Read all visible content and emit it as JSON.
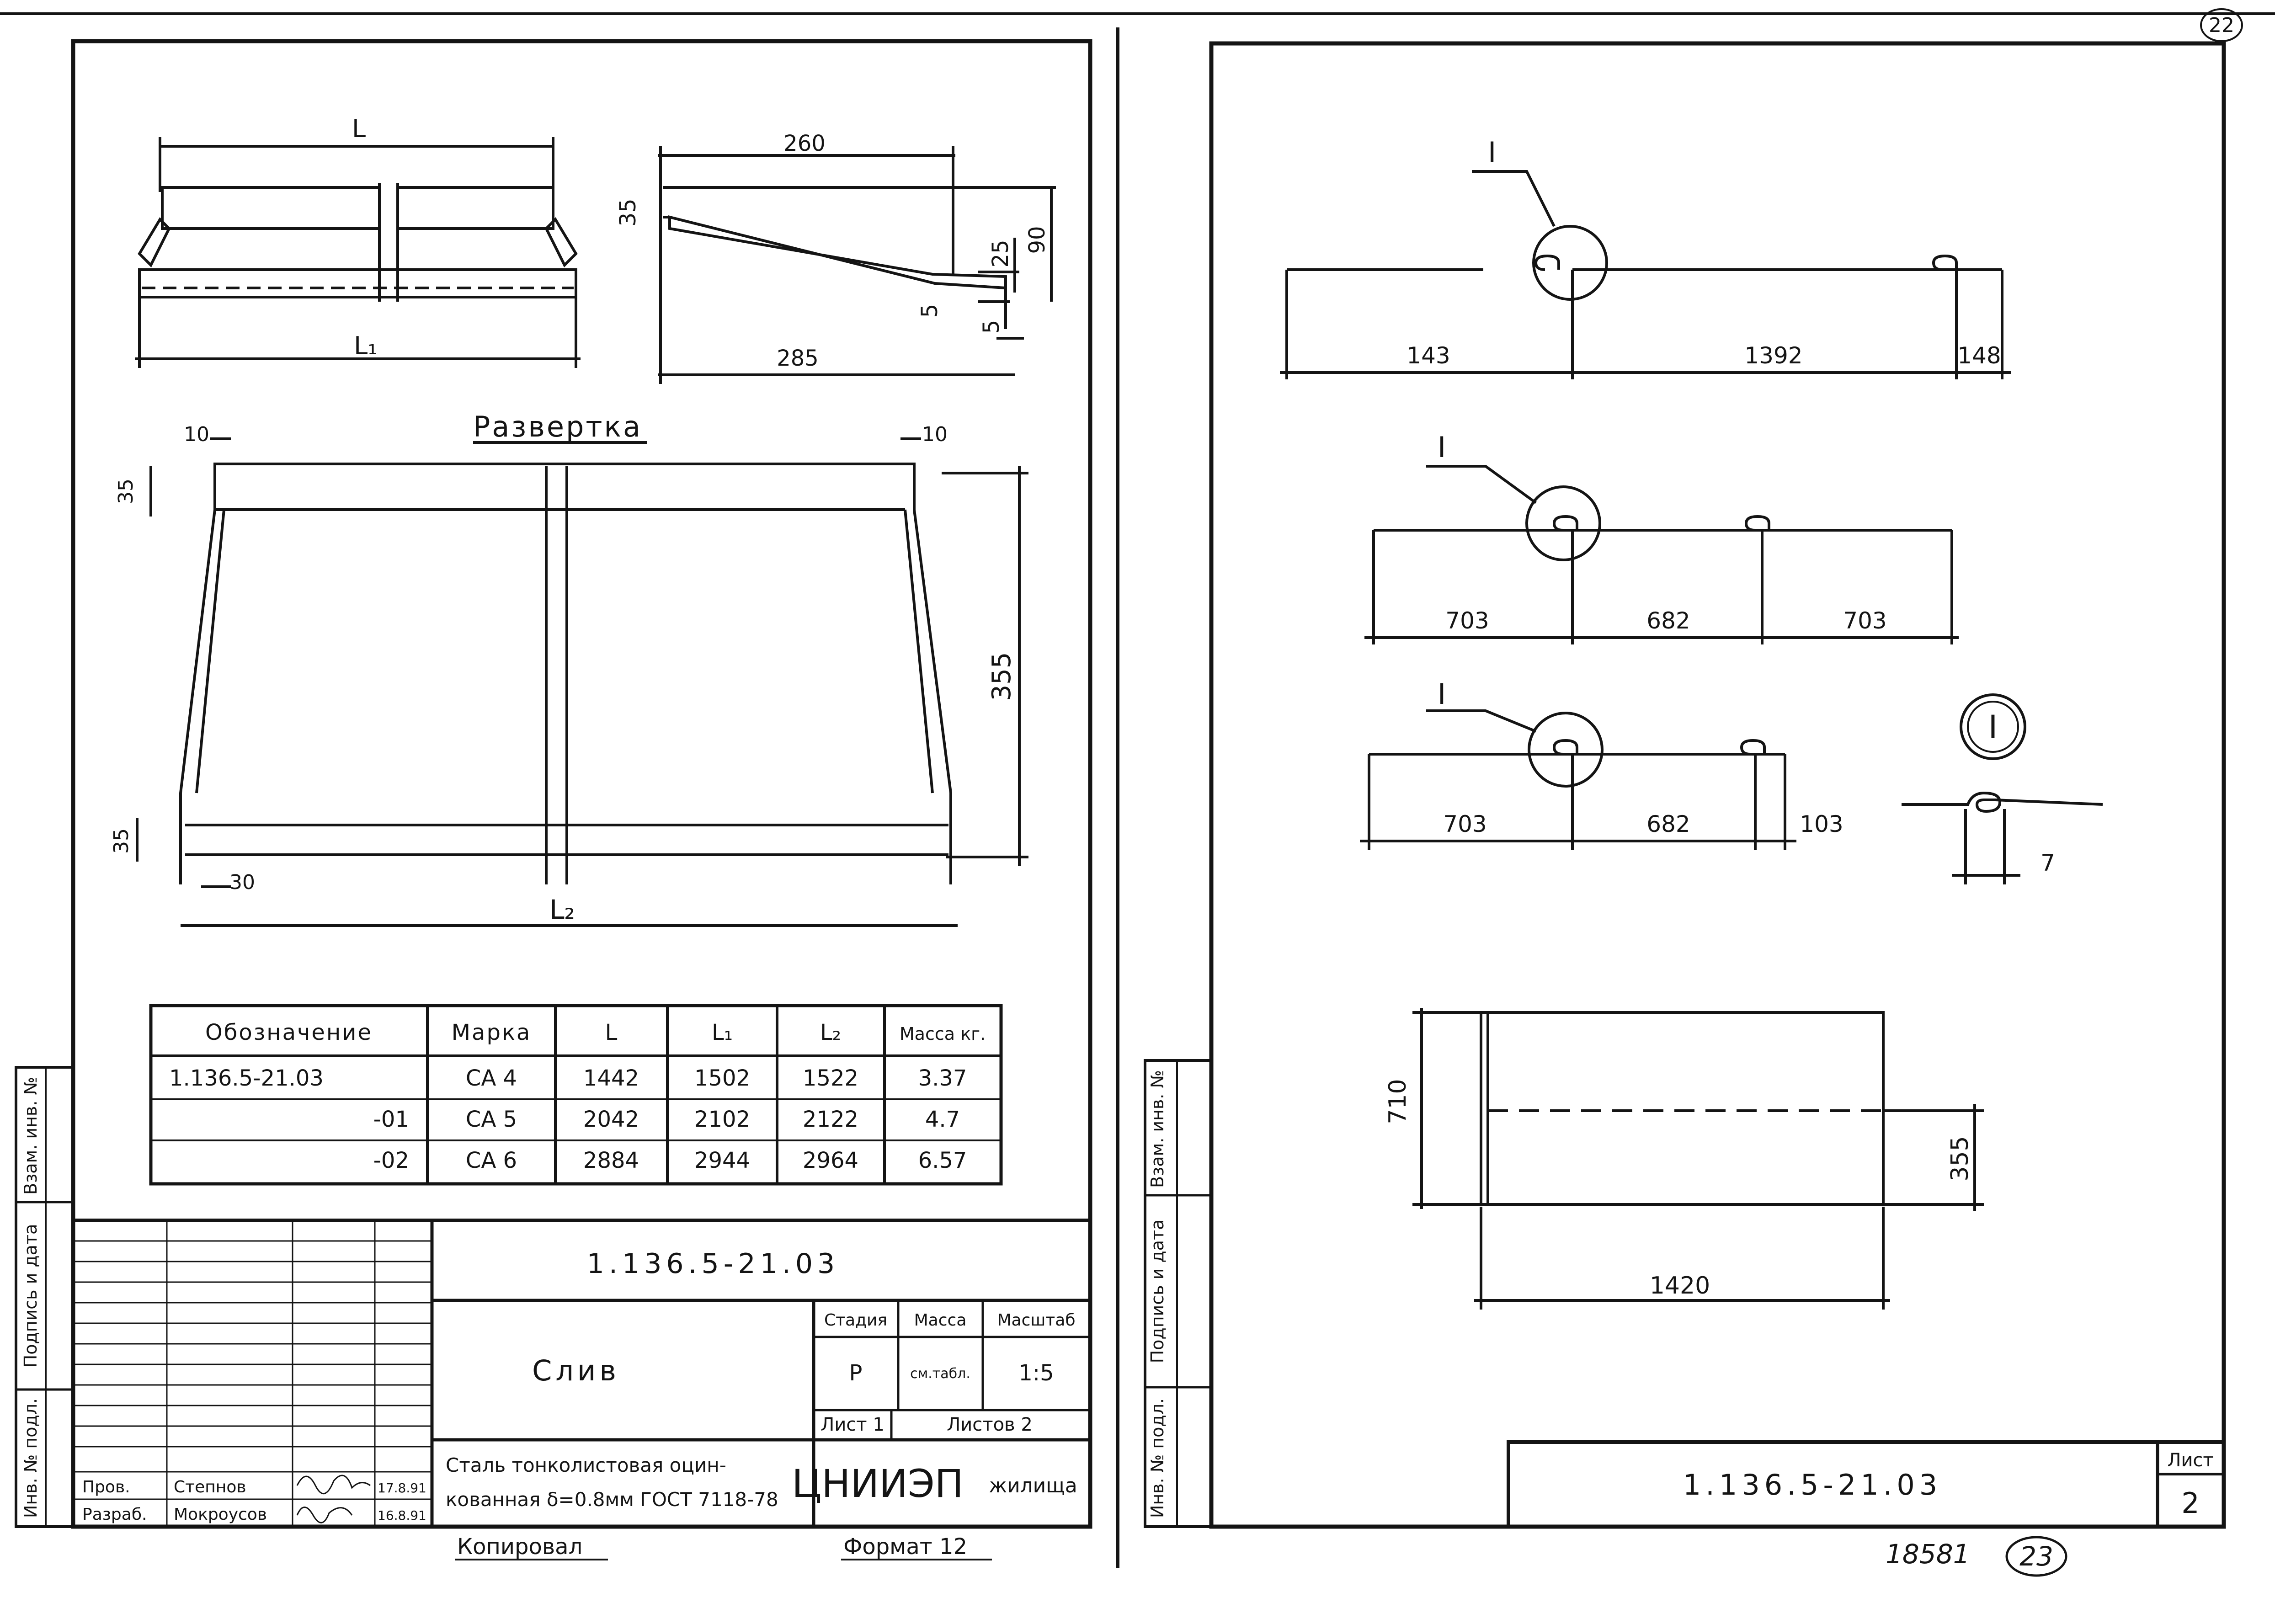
{
  "left_sheet": {
    "side_view_labels": {
      "L": "L",
      "L1": "L₁"
    },
    "profile_dims": {
      "top": "260",
      "bottom": "285",
      "left_35": "35",
      "d25": "25",
      "d90": "90",
      "d5a": "5",
      "d5b": "5"
    },
    "razvertka": {
      "title": "Развертка",
      "dim_left_10": "10",
      "dim_right_10": "10",
      "dim_35_top": "35",
      "dim_355": "355",
      "dim_35_bottom": "35",
      "dim_30": "30",
      "dim_L2": "L₂"
    },
    "spec_table": {
      "headers": [
        "Обозначение",
        "Марка",
        "L",
        "L₁",
        "L₂",
        "Масса кг."
      ],
      "rows": [
        [
          "1.136.5-21.03",
          "СА 4",
          "1442",
          "1502",
          "1522",
          "3.37"
        ],
        [
          "-01",
          "СА 5",
          "2042",
          "2102",
          "2122",
          "4.7"
        ],
        [
          "-02",
          "СА 6",
          "2884",
          "2944",
          "2964",
          "6.57"
        ]
      ]
    },
    "side_margin": {
      "inv_podl": "Инв. № подл.",
      "podpis": "Подпись и дата",
      "vzam": "Взам. инв. №"
    },
    "title_block": {
      "doc_code": "1.136.5-21.03",
      "name": "Слив",
      "material_line1": "Сталь тонколистовая оцин-",
      "material_line2": "кованная δ=0.8мм ГОСТ 7118-78",
      "stage_label": "Стадия",
      "stage": "Р",
      "mass_label": "Масса",
      "mass": "см.табл.",
      "scale_label": "Масштаб",
      "scale": "1:5",
      "sheet_label": "Лист 1",
      "sheets_label": "Листов 2",
      "org": "ЦНИИЭП",
      "org2": "жилища",
      "prov_role": "Пров.",
      "prov_name": "Степнов",
      "prov_date": "17.8.91",
      "razrab_role": "Разраб.",
      "razrab_name": "Мокроусов",
      "razrab_date": "16.8.91",
      "copy_label": "Копировал",
      "format_label": "Формат 12"
    }
  },
  "right_sheet": {
    "callout": "I",
    "row1": {
      "d1": "143",
      "d2": "1392",
      "d3": "148"
    },
    "row2": {
      "d1": "703",
      "d2": "682",
      "d3": "703"
    },
    "row3": {
      "d1": "703",
      "d2": "682",
      "d3": "103"
    },
    "detail": {
      "label": "I",
      "dim": "7"
    },
    "blank": {
      "height": "710",
      "half": "355",
      "width": "1420"
    },
    "side_margin": {
      "inv_podl": "Инв. № подл.",
      "podpis": "Подпись и дата",
      "vzam": "Взам. инв. №"
    },
    "title_block": {
      "doc_code": "1.136.5-21.03",
      "sheet_label": "Лист",
      "sheet_no": "2"
    },
    "footer_numbers": {
      "archive": "18581",
      "page": "23"
    },
    "corner_number": "22"
  }
}
